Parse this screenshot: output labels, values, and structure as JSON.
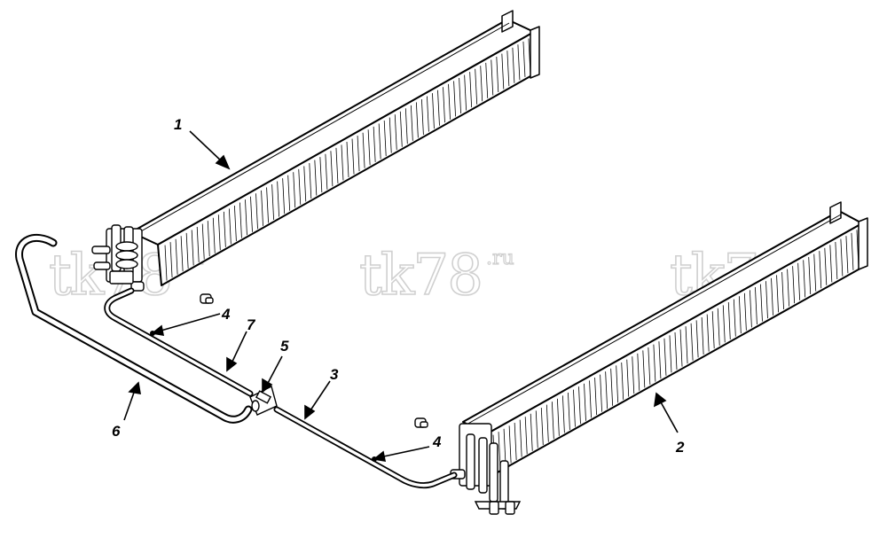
{
  "diagram": {
    "callouts": [
      "1",
      "2",
      "3",
      "4",
      "4",
      "5",
      "6",
      "7"
    ],
    "watermark": {
      "text": "tk78",
      "suffix": ".ru"
    }
  },
  "colors": {
    "ink": "#000000",
    "watermark": "#d0d0d0",
    "background": "#ffffff"
  }
}
